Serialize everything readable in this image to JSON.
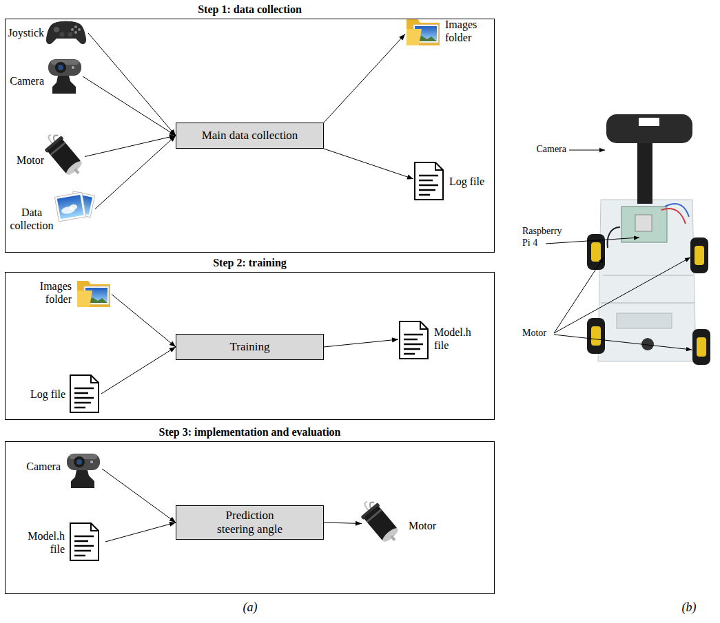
{
  "diagram": {
    "nodes": [
      {
        "text": [
          "Step 1: data collection"
        ]
      },
      {
        "text": [
          "Joystick"
        ],
        "in": 0
      },
      {
        "text": [
          "Camera"
        ],
        "in": 0
      },
      {
        "text": [
          "Motor"
        ],
        "in": 0
      },
      {
        "text": [
          "Data collection"
        ],
        "in": 0
      },
      {
        "text": [
          "Main data collection"
        ],
        "in": 0
      },
      {
        "text": [
          "Images folder"
        ],
        "in": 0
      },
      {
        "text": [
          "Log file"
        ],
        "in": 0
      },
      {
        "text": [
          "Step 2: training"
        ]
      },
      {
        "text": [
          "Images folder"
        ],
        "in": 8
      },
      {
        "text": [
          "Log file"
        ],
        "in": 8
      },
      {
        "text": [
          "Training"
        ],
        "in": 8
      },
      {
        "text": [
          "Model.h file"
        ],
        "in": 8
      },
      {
        "text": [
          "Step 3: implementation and evaluation"
        ]
      },
      {
        "text": [
          "Camera"
        ],
        "in": 13
      },
      {
        "text": [
          "Model.h file"
        ],
        "in": 13
      },
      {
        "text": [
          "Prediction steering angle"
        ],
        "in": 13
      },
      {
        "text": [
          "Motor"
        ],
        "in": 13
      }
    ],
    "edges": [
      {
        "from": 1,
        "to": 5,
        "arrow": "to"
      },
      {
        "from": 2,
        "to": 5,
        "arrow": "to"
      },
      {
        "from": 3,
        "to": 5,
        "arrow": "to"
      },
      {
        "from": 4,
        "to": 5,
        "arrow": "to"
      },
      {
        "from": 5,
        "to": 6,
        "arrow": "to"
      },
      {
        "from": 5,
        "to": 7,
        "arrow": "to"
      },
      {
        "from": 9,
        "to": 11,
        "arrow": "to"
      },
      {
        "from": 10,
        "to": 11,
        "arrow": "to"
      },
      {
        "from": 11,
        "to": 12,
        "arrow": "to"
      },
      {
        "from": 14,
        "to": 16,
        "arrow": "to"
      },
      {
        "from": 15,
        "to": 16,
        "arrow": "to"
      },
      {
        "from": 16,
        "to": 17,
        "arrow": "to"
      }
    ],
    "labels": [
      "(a)",
      "(b)",
      "Camera",
      "Raspberry Pi 4",
      "Motor"
    ]
  }
}
